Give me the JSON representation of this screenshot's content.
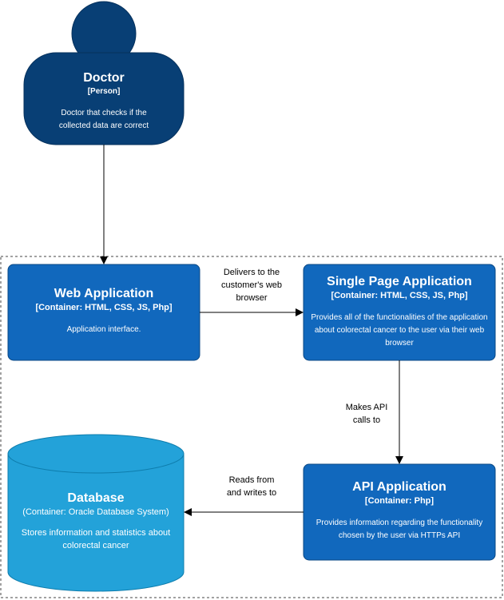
{
  "colors": {
    "person": "#083F75",
    "person_stroke": "#06315C",
    "container": "#1168BD",
    "container_stroke": "#0B4884",
    "database": "#23A2D9",
    "database_stroke": "#0E7DAD",
    "boundary": "#444444",
    "arrow": "#000000"
  },
  "person": {
    "name": "Doctor",
    "type": "[Person]",
    "description": "Doctor that checks if the collected data are correct"
  },
  "web_app": {
    "name": "Web Application",
    "type": "[Container: HTML, CSS, JS, Php]",
    "description": "Application interface."
  },
  "spa": {
    "name": "Single Page Application",
    "type": "[Container: HTML, CSS, JS, Php]",
    "description": "Provides all of the functionalities of the application about colorectal cancer to the user via their web browser"
  },
  "api_app": {
    "name": "API Application",
    "type": "[Container: Php]",
    "description": "Provides information regarding the functionality chosen by the user via HTTPs API"
  },
  "database": {
    "name": "Database",
    "type": "(Container: Oracle Database System)",
    "description": "Stores information and statistics about colorectal cancer"
  },
  "relations": {
    "web_to_spa": "Delivers to the customer's web browser",
    "spa_to_api": "Makes API calls to",
    "api_to_db": "Reads from and writes to"
  }
}
